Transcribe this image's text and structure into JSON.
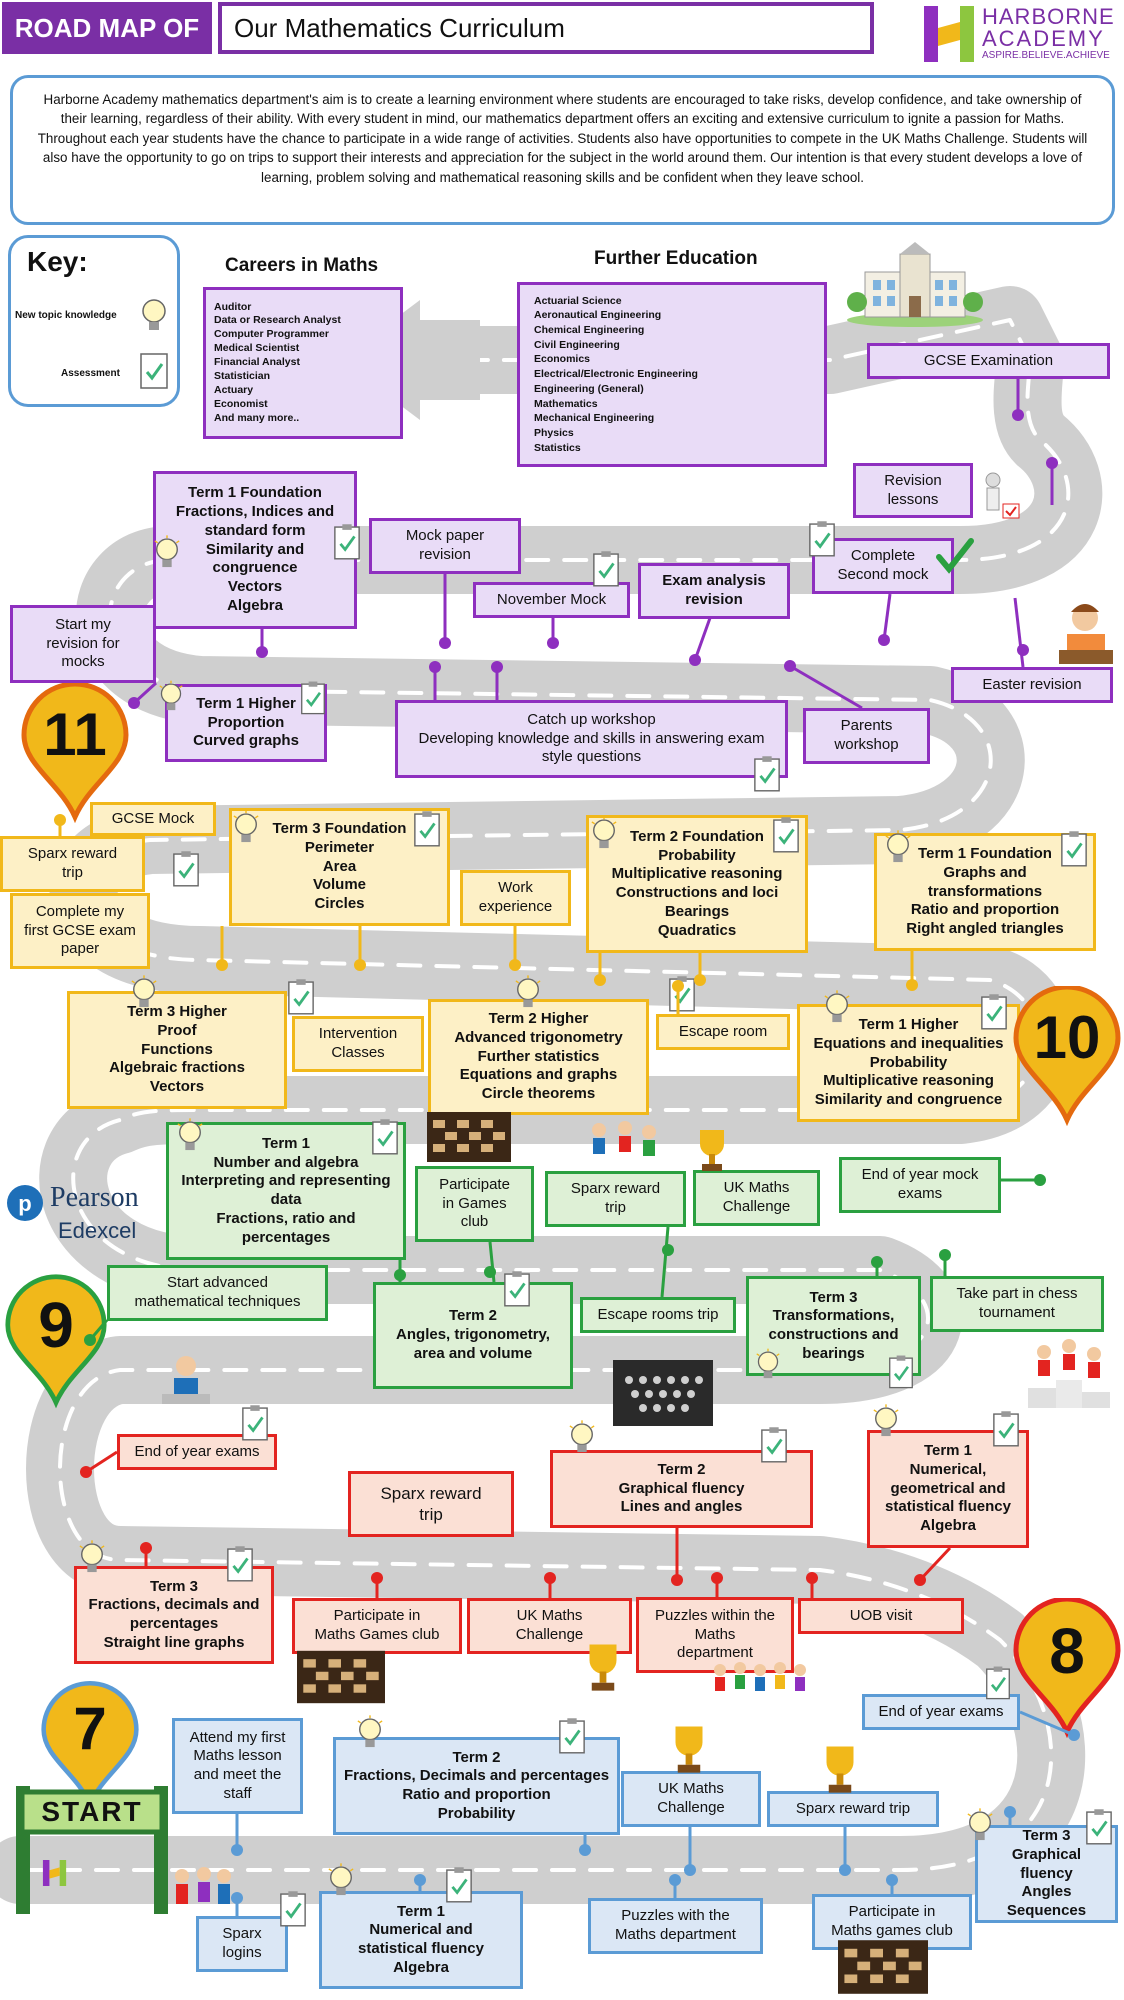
{
  "header": {
    "road_map_label": "ROAD MAP OF",
    "title": "Our Mathematics Curriculum"
  },
  "school": {
    "name_line1": "HARBORNE",
    "name_line2": "ACADEMY",
    "motto": "ASPIRE.BELIEVE.ACHIEVE"
  },
  "intro": "Harborne Academy mathematics department's aim is to create a learning environment where students are encouraged to take risks, develop confidence, and take ownership of their learning, regardless of their ability. With every student in mind, our mathematics department offers an exciting and extensive curriculum to ignite a passion for Maths. Throughout each year students have the chance to participate in a wide range of activities. Students also have opportunities to compete in the UK Maths Challenge. Students will also have the opportunity to go on trips to support their interests and appreciation for the subject in the world around them. Our intention is that every student develops a love of learning, problem solving and mathematical reasoning skills and be confident when they leave school.",
  "key": {
    "title": "Key:",
    "new_topic": "New topic knowledge",
    "assessment": "Assessment"
  },
  "careers": {
    "title": "Careers in Maths",
    "items": [
      "Auditor",
      "Data or Research Analyst",
      "Computer Programmer",
      "Medical Scientist",
      "Financial Analyst",
      "Statistician",
      "Actuary",
      "Economist",
      "And many more.."
    ]
  },
  "further": {
    "title": "Further Education",
    "items": [
      "Actuarial Science",
      "Aeronautical Engineering",
      "Chemical Engineering",
      "Civil Engineering",
      "Economics",
      "Electrical/Electronic Engineering",
      "Engineering (General)",
      "Mathematics",
      "Mechanical Engineering",
      "Physics",
      "Statistics"
    ]
  },
  "pearson": {
    "line1": "Pearson",
    "line2": "Edexcel"
  },
  "start_sign": "START",
  "year_pins": {
    "y7": "7",
    "y8": "8",
    "y9": "9",
    "y10": "10",
    "y11": "11"
  },
  "colors": {
    "purple": "#8e2fbf",
    "yellow": "#f1b81a",
    "green": "#2aa040",
    "red": "#e32420",
    "blue": "#5b9bd5",
    "road": "#cfcfcf"
  },
  "y11": {
    "gcse_exam": "GCSE Examination",
    "revision_lessons": [
      "Revision",
      "lessons"
    ],
    "complete_second_mock": [
      "Complete",
      "Second mock"
    ],
    "easter_revision": "Easter revision",
    "parents_workshop": [
      "Parents",
      "workshop"
    ],
    "exam_analysis": [
      "Exam analysis",
      "revision"
    ],
    "november_mock": "November Mock",
    "mock_paper_revision": [
      "Mock paper",
      "revision"
    ],
    "t1_foundation": [
      "Term 1 Foundation",
      "Fractions, Indices and",
      "standard form",
      "Similarity and",
      "congruence",
      "Vectors",
      "Algebra"
    ],
    "start_revision": [
      "Start my",
      "revision for",
      "mocks"
    ],
    "t1_higher": [
      "Term 1 Higher",
      "Proportion",
      "Curved graphs"
    ],
    "catch_up": [
      "Catch up workshop",
      "Developing knowledge and skills in answering exam",
      "style questions"
    ]
  },
  "y10": {
    "gcse_mock": "GCSE Mock",
    "sparx_trip": [
      "Sparx reward",
      "trip"
    ],
    "first_gcse": [
      "Complete my",
      "first GCSE exam",
      "paper"
    ],
    "t3_foundation": [
      "Term 3 Foundation",
      "Perimeter",
      "Area",
      "Volume",
      "Circles"
    ],
    "work_experience": [
      "Work",
      "experience"
    ],
    "t2_foundation": [
      "Term 2 Foundation",
      "Probability",
      "Multiplicative reasoning",
      "Constructions and loci",
      "Bearings",
      "Quadratics"
    ],
    "t1_foundation": [
      "Term 1 Foundation",
      "Graphs and",
      "transformations",
      "Ratio and proportion",
      "Right angled triangles"
    ],
    "t3_higher": [
      "Term 3 Higher",
      "Proof",
      "Functions",
      "Algebraic fractions",
      "Vectors"
    ],
    "intervention": [
      "Intervention",
      "Classes"
    ],
    "t2_higher": [
      "Term 2 Higher",
      "Advanced trigonometry",
      "Further statistics",
      "Equations and graphs",
      "Circle theorems"
    ],
    "escape_room": "Escape room",
    "t1_higher": [
      "Term 1 Higher",
      "Equations and inequalities",
      "Probability",
      "Multiplicative reasoning",
      "Similarity and congruence"
    ]
  },
  "y9": {
    "t1": [
      "Term 1",
      "Number and algebra",
      "Interpreting and representing",
      "data",
      "Fractions, ratio and",
      "percentages"
    ],
    "games_club": [
      "Participate",
      "in Games",
      "club"
    ],
    "sparx_trip": [
      "Sparx reward",
      "trip"
    ],
    "ukmc": [
      "UK Maths",
      "Challenge"
    ],
    "mock_exams": [
      "End of year mock",
      "exams"
    ],
    "advanced": [
      "Start advanced",
      "mathematical techniques"
    ],
    "t2": [
      "Term 2",
      "Angles, trigonometry,",
      "area and volume"
    ],
    "escape_trip": "Escape rooms trip",
    "t3": [
      "Term 3",
      "Transformations,",
      "constructions and",
      "bearings"
    ],
    "chess": [
      "Take part in chess",
      "tournament"
    ]
  },
  "y8": {
    "end_exams": "End of year exams",
    "sparx_trip": [
      "Sparx reward",
      "trip"
    ],
    "t2": [
      "Term 2",
      "Graphical fluency",
      "Lines and angles"
    ],
    "t1": [
      "Term 1",
      "Numerical,",
      "geometrical and",
      "statistical fluency",
      "Algebra"
    ],
    "t3": [
      "Term 3",
      "Fractions, decimals and",
      "percentages",
      "Straight line graphs"
    ],
    "games_club": [
      "Participate in",
      "Maths Games club"
    ],
    "ukmc": [
      "UK Maths",
      "Challenge"
    ],
    "puzzles": [
      "Puzzles within the",
      "Maths",
      "department"
    ],
    "uob": "UOB visit"
  },
  "y7": {
    "end_exams": "End of year exams",
    "first_lesson": [
      "Attend my first",
      "Maths lesson",
      "and meet the",
      "staff"
    ],
    "t2": [
      "Term 2",
      "Fractions, Decimals and percentages",
      "Ratio and proportion",
      "Probability"
    ],
    "ukmc": [
      "UK Maths",
      "Challenge"
    ],
    "sparx_trip": "Sparx reward trip",
    "t3": [
      "Term 3",
      "Graphical fluency",
      "Angles",
      "Sequences"
    ],
    "sparx_logins": [
      "Sparx",
      "logins"
    ],
    "t1": [
      "Term 1",
      "Numerical and",
      "statistical fluency",
      "Algebra"
    ],
    "puzzles": [
      "Puzzles with the",
      "Maths department"
    ],
    "games_club": [
      "Participate in",
      "Maths games club"
    ]
  }
}
